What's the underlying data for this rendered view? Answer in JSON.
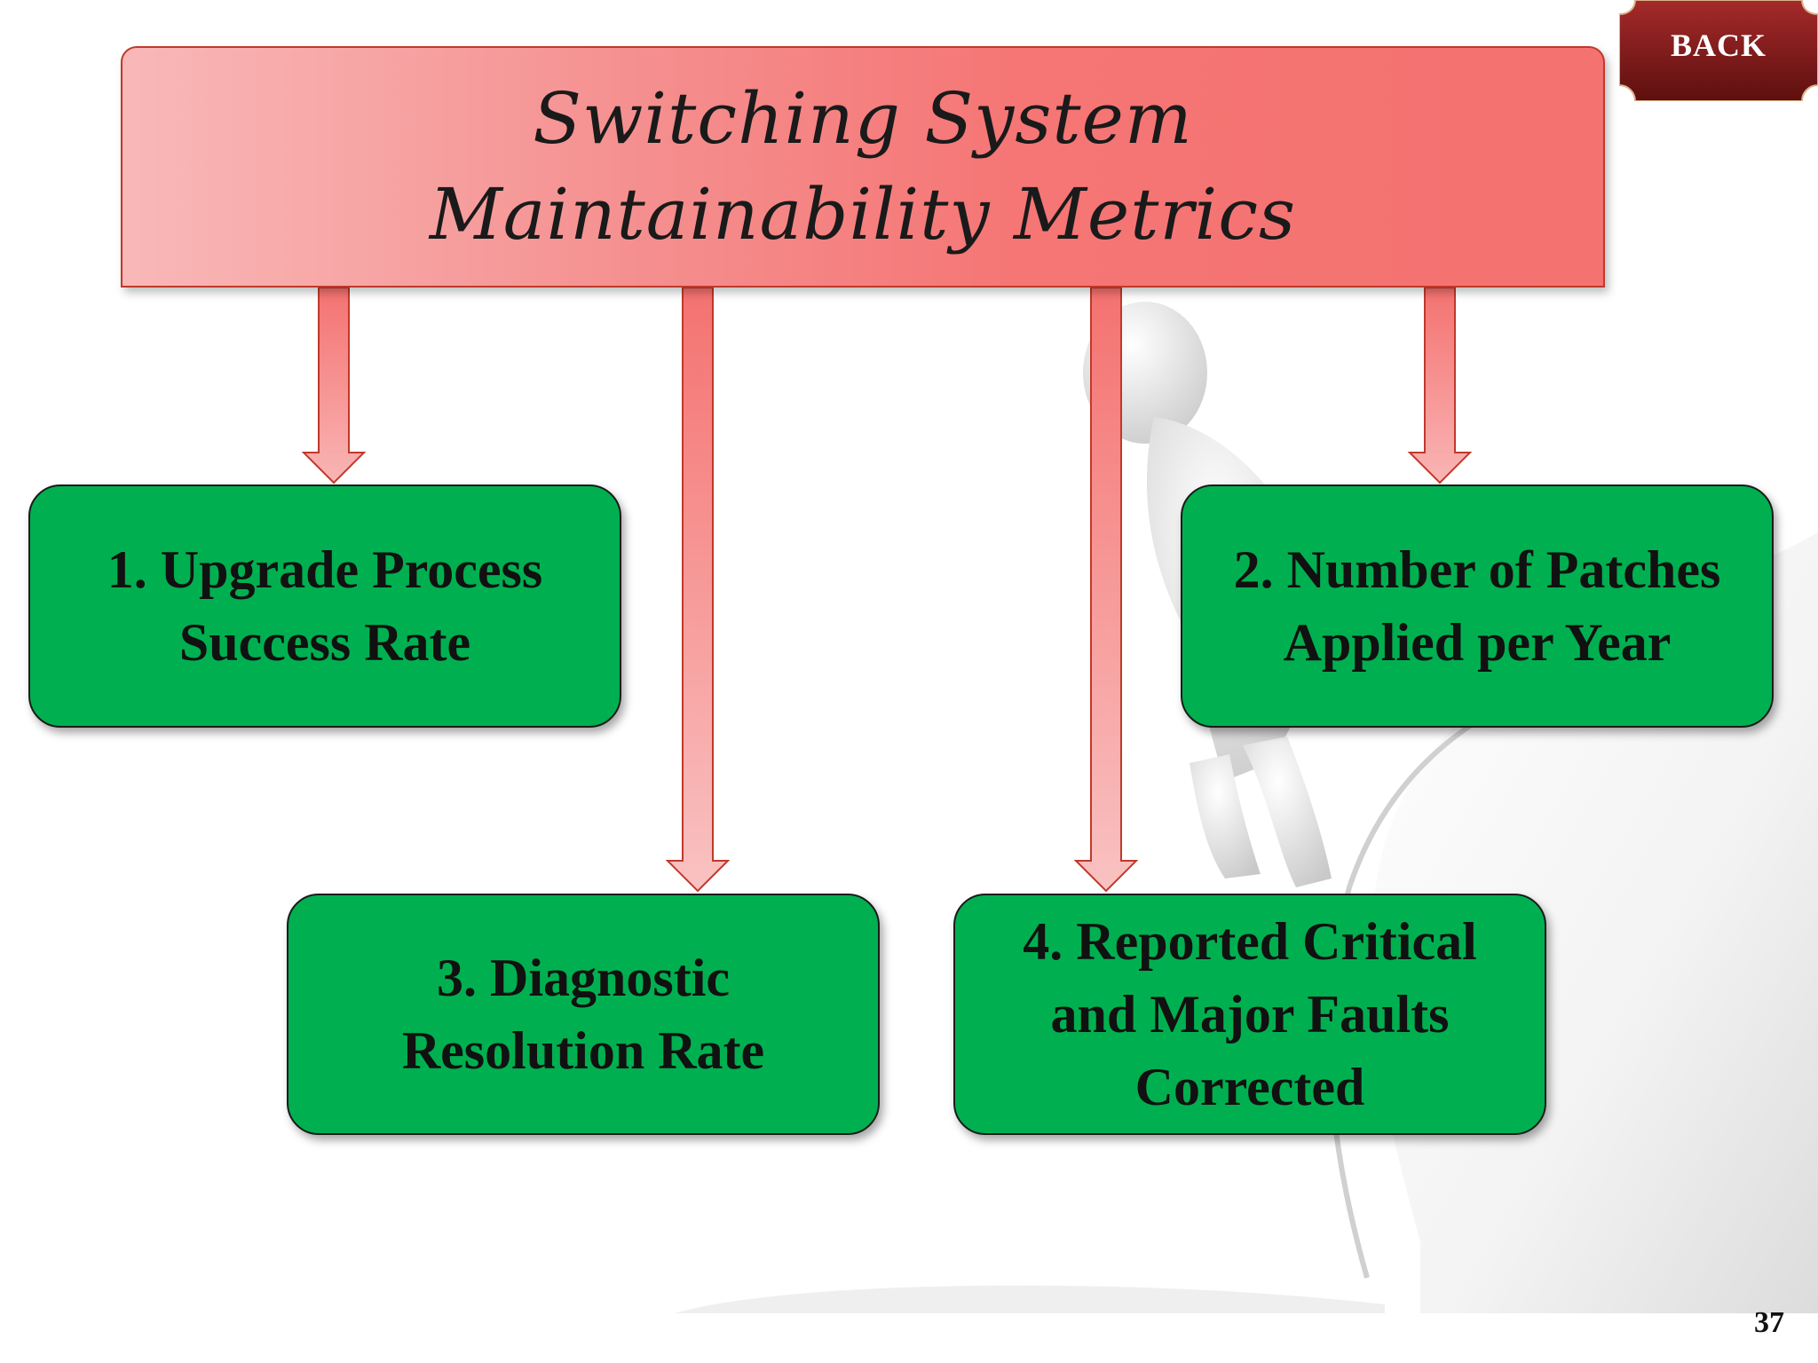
{
  "slide": {
    "title": "Switching System Maintainability Metrics",
    "back_label": "BACK",
    "page_number": "37"
  },
  "metrics": [
    {
      "label": "1. Upgrade Process Success Rate"
    },
    {
      "label": "2. Number of Patches Applied per Year"
    },
    {
      "label": "3. Diagnostic Resolution Rate"
    },
    {
      "label": "4. Reported Critical and Major Faults Corrected"
    }
  ],
  "colors": {
    "title_box": "#f47270",
    "metric_box": "#00b050",
    "arrow": "#f26d6b",
    "back_button": "#8b1a1a"
  }
}
